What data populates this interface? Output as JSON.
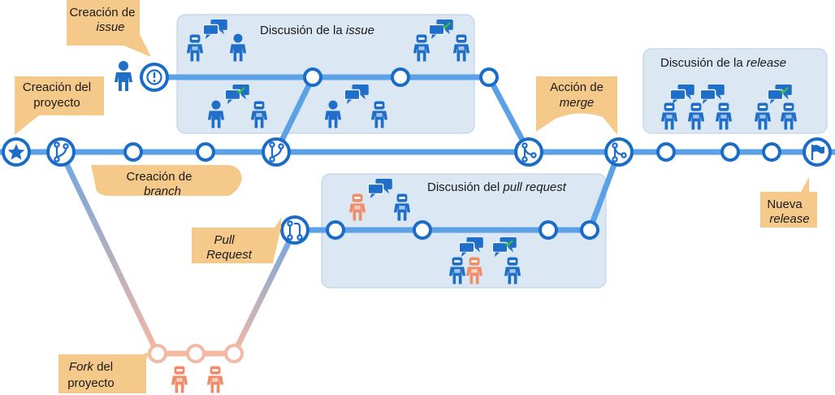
{
  "colors": {
    "main_line": "#5ba1e6",
    "node_stroke": "#1a6cc9",
    "node_fill": "#ffffff",
    "panel_fill": "#dce7f4",
    "panel_stroke": "#b9cde6",
    "callout_fill": "#f5c98a",
    "person_blue": "#1f6fc9",
    "person_orange": "#ef8c6a",
    "fork_line": "#f4b9a3",
    "check_green": "#3cb94c"
  },
  "panels": {
    "issue": {
      "title_prefix": "Discusión de la ",
      "title_emph": "issue"
    },
    "pull_request": {
      "title_prefix": "Discusión del ",
      "title_emph": "pull request"
    },
    "release": {
      "title_prefix": "Discusión de la ",
      "title_emph": "release"
    }
  },
  "callouts": {
    "issue_creation": {
      "line1": "Creación de",
      "line2": "issue"
    },
    "project_creation": {
      "line1": "Creación del",
      "line2": "proyecto"
    },
    "branch_creation": {
      "line1": "Creación de",
      "line2": "branch"
    },
    "merge_action": {
      "line1": "Acción de",
      "line2": "merge"
    },
    "pull_request": {
      "line1": "Pull",
      "line2": "Request"
    },
    "new_release": {
      "line1": "Nueva",
      "line2": "release"
    },
    "fork": {
      "line1_emph": "Fork",
      "line1_rest": " del",
      "line2": "proyecto"
    }
  },
  "icons": {
    "start": "star-icon",
    "branch": "branch-icon",
    "issue": "issue-icon",
    "merge": "merge-icon",
    "pull_request": "pull-request-icon",
    "release": "flag-icon",
    "person": "person-icon",
    "robot": "robot-icon",
    "chat": "chat-bubbles-icon"
  }
}
